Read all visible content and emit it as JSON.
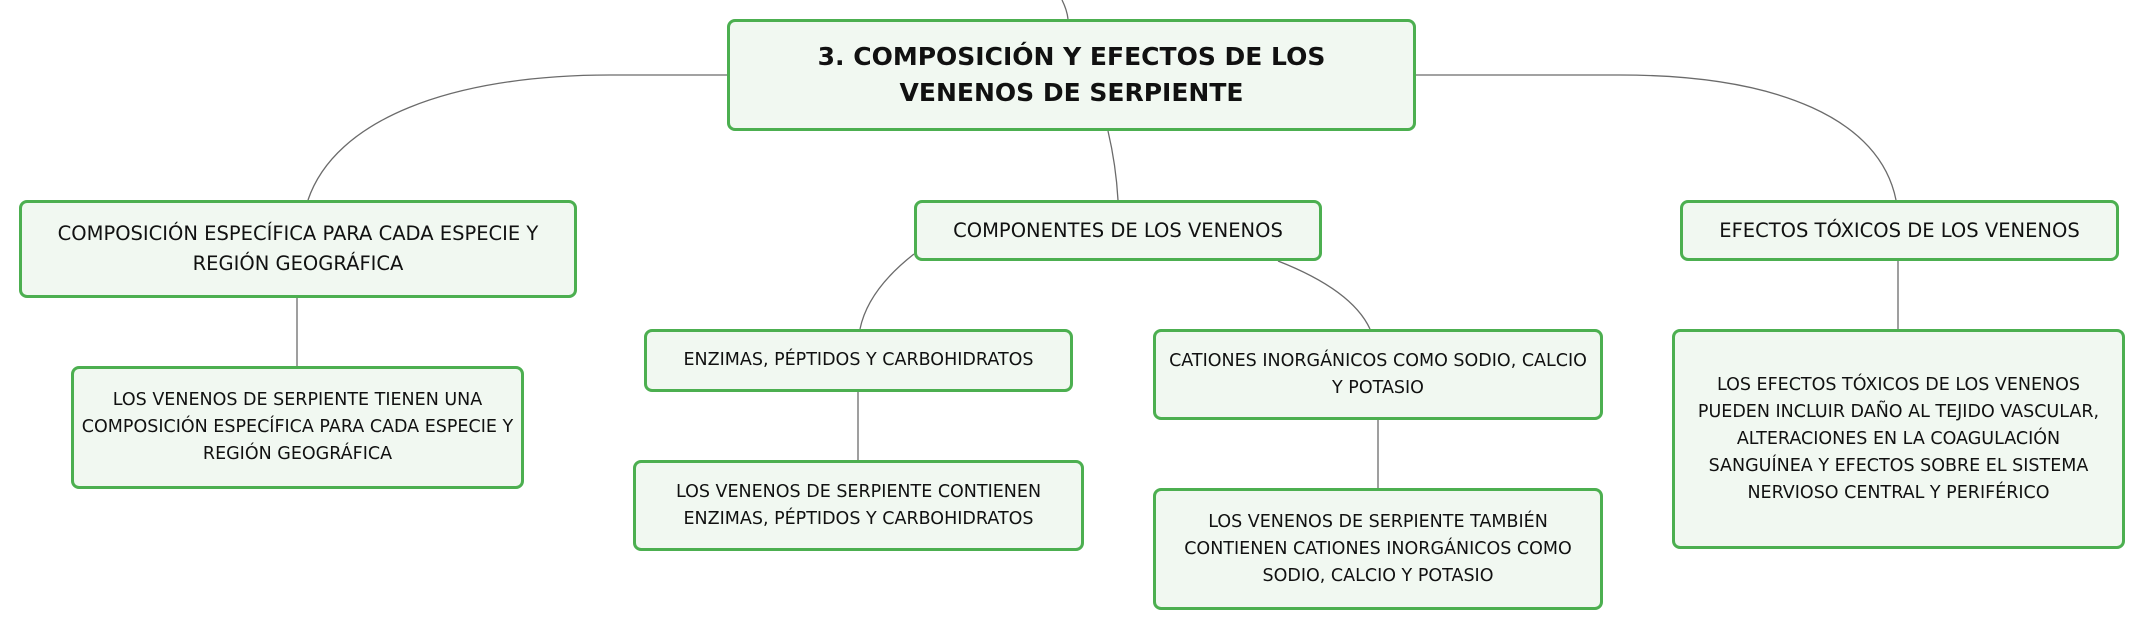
{
  "root": {
    "title": "3. COMPOSICIÓN Y EFECTOS DE LOS VENENOS DE SERPIENTE"
  },
  "branches": {
    "composicion": {
      "label": "COMPOSICIÓN ESPECÍFICA PARA CADA ESPECIE Y REGIÓN GEOGRÁFICA",
      "detail": "LOS VENENOS DE SERPIENTE TIENEN UNA COMPOSICIÓN ESPECÍFICA PARA CADA ESPECIE Y REGIÓN GEOGRÁFICA"
    },
    "componentes": {
      "label": "COMPONENTES DE LOS VENENOS",
      "enzimas": {
        "label": "ENZIMAS, PÉPTIDOS Y CARBOHIDRATOS",
        "detail": "LOS VENENOS DE SERPIENTE CONTIENEN ENZIMAS, PÉPTIDOS Y CARBOHIDRATOS"
      },
      "cationes": {
        "label": "CATIONES INORGÁNICOS COMO SODIO, CALCIO Y POTASIO",
        "detail": "LOS VENENOS DE SERPIENTE TAMBIÉN CONTIENEN CATIONES INORGÁNICOS COMO SODIO, CALCIO Y POTASIO"
      }
    },
    "efectos": {
      "label": "EFECTOS TÓXICOS DE LOS VENENOS",
      "detail": "LOS EFECTOS TÓXICOS DE LOS VENENOS PUEDEN INCLUIR DAÑO AL TEJIDO VASCULAR, ALTERACIONES EN LA COAGULACIÓN SANGUÍNEA Y EFECTOS SOBRE EL SISTEMA NERVIOSO CENTRAL Y PERIFÉRICO"
    }
  },
  "colors": {
    "node_border": "#4caf50",
    "node_fill": "#f1f8f1",
    "connector": "#6b6b6b"
  }
}
